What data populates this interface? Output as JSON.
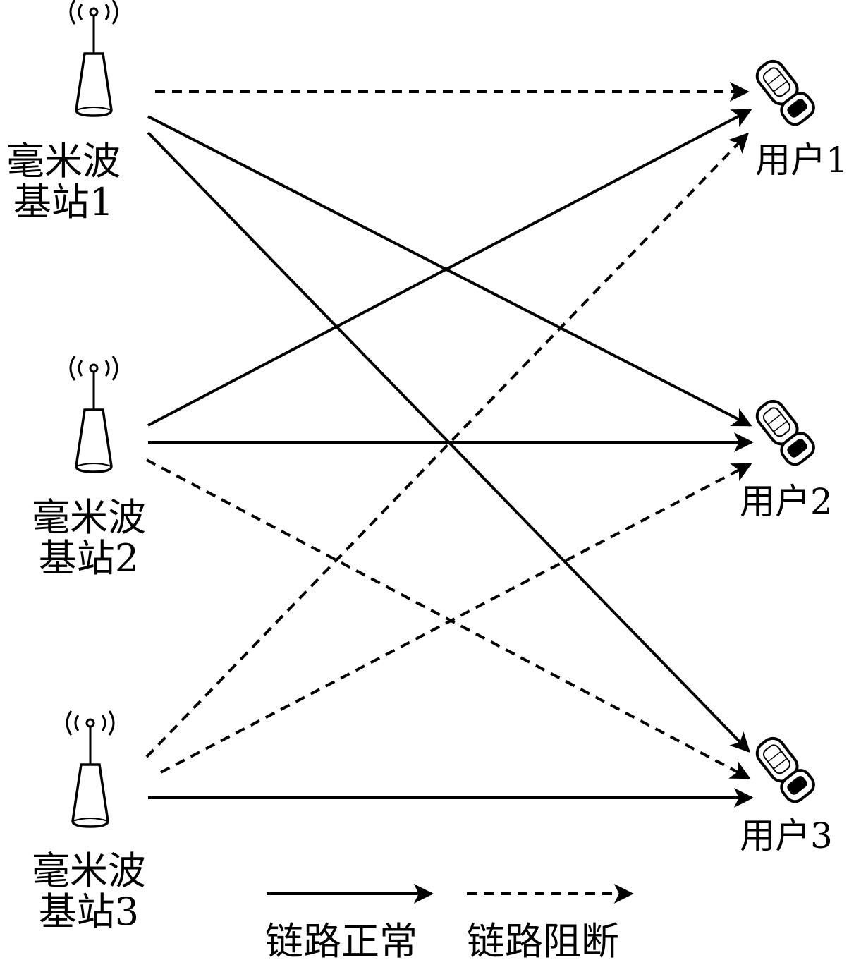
{
  "base_stations": [
    {
      "id": "bs1",
      "line1": "毫米波",
      "line2": "基站1"
    },
    {
      "id": "bs2",
      "line1": "毫米波",
      "line2": "基站2"
    },
    {
      "id": "bs3",
      "line1": "毫米波",
      "line2": "基站3"
    }
  ],
  "users": [
    {
      "id": "u1",
      "label": "用户1"
    },
    {
      "id": "u2",
      "label": "用户2"
    },
    {
      "id": "u3",
      "label": "用户3"
    }
  ],
  "links": [
    {
      "from": "bs1",
      "to": "u1",
      "status": "blocked"
    },
    {
      "from": "bs1",
      "to": "u2",
      "status": "normal"
    },
    {
      "from": "bs1",
      "to": "u3",
      "status": "normal"
    },
    {
      "from": "bs2",
      "to": "u1",
      "status": "normal"
    },
    {
      "from": "bs2",
      "to": "u2",
      "status": "normal"
    },
    {
      "from": "bs2",
      "to": "u3",
      "status": "blocked"
    },
    {
      "from": "bs3",
      "to": "u1",
      "status": "blocked"
    },
    {
      "from": "bs3",
      "to": "u2",
      "status": "blocked"
    },
    {
      "from": "bs3",
      "to": "u3",
      "status": "normal"
    }
  ],
  "legend": {
    "normal_label": "链路正常",
    "blocked_label": "链路阻断"
  },
  "colors": {
    "stroke": "#000000",
    "background": "#ffffff"
  }
}
